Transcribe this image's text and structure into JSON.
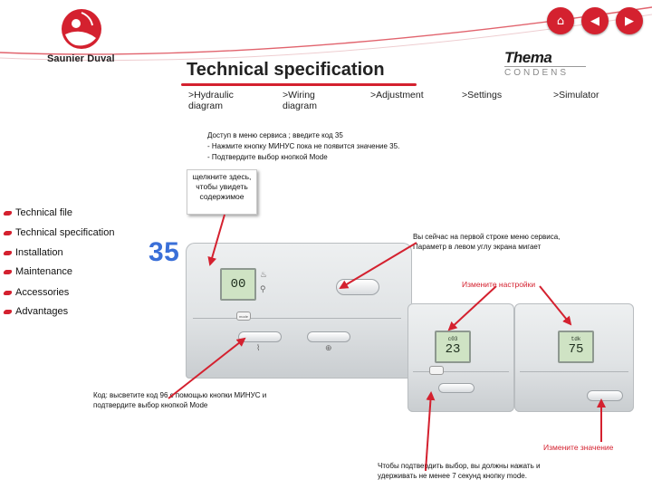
{
  "brand": {
    "name": "Saunier Duval",
    "product_line_1": "Thema",
    "product_line_2": "CONDENS",
    "accent_color": "#d4212f"
  },
  "nav_icons": [
    {
      "icon": "home-icon",
      "glyph": "⌂"
    },
    {
      "icon": "back-arrow-icon",
      "glyph": "◀"
    },
    {
      "icon": "forward-arrow-icon",
      "glyph": "▶"
    }
  ],
  "page_title": "Technical specification",
  "tabs": [
    {
      "label": ">Hydraulic\ndiagram"
    },
    {
      "label": ">Wiring\ndiagram"
    },
    {
      "label": ">Adjustment"
    },
    {
      "label": ">Settings"
    },
    {
      "label": ">Simulator"
    }
  ],
  "instructions": {
    "line1": "Доступ в меню сервиса ; введите код 35",
    "line2": "- Нажмите кнопку МИНУС пока не появится значение 35.",
    "line3": "- Подтвердите выбор кнопкой Mode"
  },
  "callout": "щелкните здесь, чтобы увидеть содержимое",
  "menu": [
    {
      "label": "Technical file"
    },
    {
      "label": "Technical specification"
    },
    {
      "label": "Installation"
    },
    {
      "label": "Maintenance"
    },
    {
      "label": "Accessories"
    },
    {
      "label": "Advantages"
    }
  ],
  "code_value": "35",
  "notes": {
    "first_row": "Вы сейчас на первой строке меню сервиса,\nПараметр в левом углу экрана мигает",
    "change_settings": "Измените настройки",
    "code_96": "Код: высветите код 96 с помощью кнопки МИНУС и\nподтвердите выбор кнопкой Mode",
    "change_value": "Измените значение",
    "confirm": "Чтобы подтвердить выбор, вы должны нажать и\nудерживать не менее 7 секунд кнопку mode."
  },
  "displays": {
    "main": "00",
    "middle_value": "23",
    "middle_code": "c03",
    "right_value": "75",
    "right_code": "tdk"
  },
  "device_button_label": "mode"
}
